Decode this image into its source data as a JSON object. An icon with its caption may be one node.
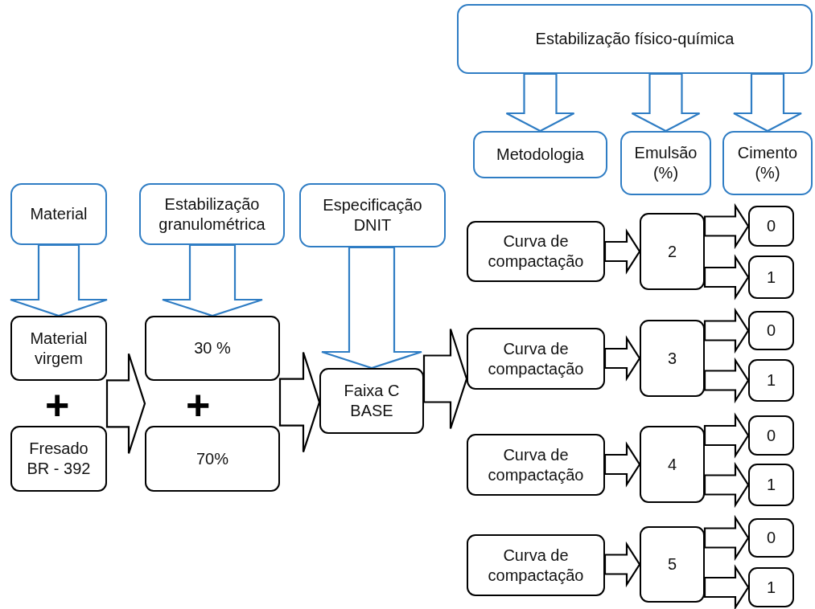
{
  "diagram": {
    "nodes": [
      {
        "text": [
          "Estabilização físico-química"
        ]
      },
      {
        "text": [
          "Metodologia"
        ]
      },
      {
        "text": [
          "Emulsão (%)"
        ]
      },
      {
        "text": [
          "Cimento (%)"
        ]
      },
      {
        "text": [
          "Material"
        ]
      },
      {
        "text": [
          "Estabilização granulométrica"
        ]
      },
      {
        "text": [
          "Especificação DNIT"
        ]
      },
      {
        "text": [
          "Material virgem"
        ]
      },
      {
        "text": [
          "Fresado BR - 392"
        ]
      },
      {
        "text": [
          "30 %"
        ]
      },
      {
        "text": [
          "70%"
        ]
      },
      {
        "text": [
          "Faixa C BASE"
        ]
      },
      {
        "text": [
          "Curva de compactação"
        ]
      },
      {
        "text": [
          "2"
        ]
      },
      {
        "text": [
          "0"
        ]
      },
      {
        "text": [
          "1"
        ]
      },
      {
        "text": [
          "Curva de compactação"
        ]
      },
      {
        "text": [
          "3"
        ]
      },
      {
        "text": [
          "0"
        ]
      },
      {
        "text": [
          "1"
        ]
      },
      {
        "text": [
          "Curva de compactação"
        ]
      },
      {
        "text": [
          "4"
        ]
      },
      {
        "text": [
          "0"
        ]
      },
      {
        "text": [
          "1"
        ]
      },
      {
        "text": [
          "Curva de compactação"
        ]
      },
      {
        "text": [
          "5"
        ]
      },
      {
        "text": [
          "0"
        ]
      },
      {
        "text": [
          "1"
        ]
      }
    ],
    "edges": [
      {
        "from": 0,
        "to": 1,
        "arrow": "to",
        "color": "#2f7dc4"
      },
      {
        "from": 0,
        "to": 2,
        "arrow": "to",
        "color": "#2f7dc4"
      },
      {
        "from": 0,
        "to": 3,
        "arrow": "to",
        "color": "#2f7dc4"
      },
      {
        "from": 4,
        "to": 7,
        "arrow": "to",
        "color": "#2f7dc4"
      },
      {
        "from": 5,
        "to": 9,
        "arrow": "to",
        "color": "#2f7dc4"
      },
      {
        "from": 6,
        "to": 11,
        "arrow": "to",
        "color": "#2f7dc4"
      },
      {
        "from": 7,
        "to": 9,
        "arrow": "to"
      },
      {
        "from": 8,
        "to": 10,
        "arrow": "to"
      },
      {
        "from": 9,
        "to": 11,
        "arrow": "to"
      },
      {
        "from": 10,
        "to": 11,
        "arrow": "to"
      },
      {
        "from": 11,
        "to": 16,
        "arrow": "to"
      },
      {
        "from": 12,
        "to": 13,
        "arrow": "to"
      },
      {
        "from": 13,
        "to": 14,
        "arrow": "to"
      },
      {
        "from": 13,
        "to": 15,
        "arrow": "to"
      },
      {
        "from": 16,
        "to": 17,
        "arrow": "to"
      },
      {
        "from": 17,
        "to": 18,
        "arrow": "to"
      },
      {
        "from": 17,
        "to": 19,
        "arrow": "to"
      },
      {
        "from": 20,
        "to": 21,
        "arrow": "to"
      },
      {
        "from": 21,
        "to": 22,
        "arrow": "to"
      },
      {
        "from": 21,
        "to": 23,
        "arrow": "to"
      },
      {
        "from": 24,
        "to": 25,
        "arrow": "to"
      },
      {
        "from": 25,
        "to": 26,
        "arrow": "to"
      },
      {
        "from": 25,
        "to": 27,
        "arrow": "to"
      }
    ],
    "labels": [
      "+",
      "+"
    ]
  }
}
